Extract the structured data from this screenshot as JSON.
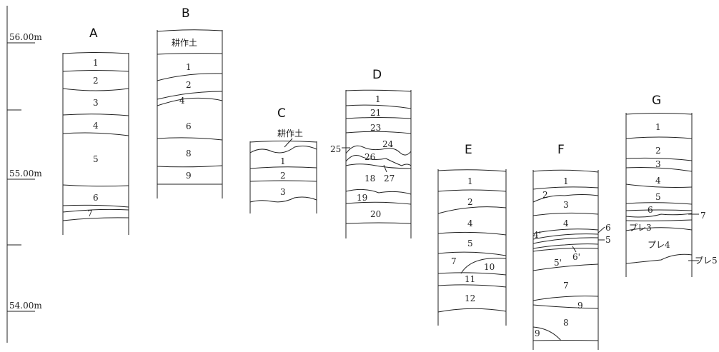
{
  "elevation_scale": {
    "labels": [
      "56.00m",
      "55.00m",
      "54.00m"
    ]
  },
  "sections": [
    {
      "id": "A",
      "layers": [
        "1",
        "2",
        "3",
        "4",
        "5",
        "6",
        "7"
      ]
    },
    {
      "id": "B",
      "layers": [
        "耕作土",
        "1",
        "2",
        "4",
        "6",
        "8",
        "9"
      ]
    },
    {
      "id": "C",
      "layers": [
        "耕作土",
        "1",
        "2",
        "3"
      ]
    },
    {
      "id": "D",
      "layers": [
        "1",
        "21",
        "23",
        "24",
        "25",
        "26",
        "18",
        "27",
        "19",
        "20"
      ]
    },
    {
      "id": "E",
      "layers": [
        "1",
        "2",
        "4",
        "5",
        "7",
        "10",
        "11",
        "12"
      ]
    },
    {
      "id": "F",
      "layers": [
        "1",
        "2",
        "3",
        "4",
        "6",
        "4'",
        "5",
        "6'",
        "5'",
        "7",
        "9",
        "8",
        "9"
      ]
    },
    {
      "id": "G",
      "layers": [
        "1",
        "2",
        "3",
        "4",
        "5",
        "6",
        "7",
        "プレ3",
        "プレ4",
        "プレ5"
      ]
    }
  ]
}
